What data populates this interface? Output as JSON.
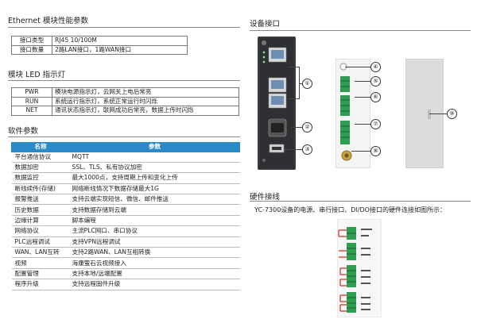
{
  "eth": {
    "title": "Ethernet 模块性能参数",
    "rows": [
      [
        "接口类型",
        "RJ45 10/100M"
      ],
      [
        "接口数量",
        "2路LAN接口，1路WAN接口"
      ]
    ]
  },
  "led": {
    "title": "模块 LED 指示灯",
    "rows": [
      [
        "PWR",
        "模块电源指示灯，云网关上电后常亮"
      ],
      [
        "RUN",
        "系统运行指示灯，系统正常运行时闪烁"
      ],
      [
        "NET",
        "通讯状态指示灯，联网成功后常亮，数据上传时闪烁"
      ]
    ]
  },
  "soft": {
    "title": "软件参数",
    "headers": [
      "名称",
      "参数"
    ],
    "rows": [
      [
        "平台通信协议",
        "MQTT"
      ],
      [
        "数据加密",
        "SSL、TLS、私有协议加密"
      ],
      [
        "数据监控",
        "最大1000点，支持周期上传和变化上传"
      ],
      [
        "断线续传(存储)",
        "网络断线情况下数据存储最大1G"
      ],
      [
        "报警推送",
        "支持云端实现短信、微信、邮件推送"
      ],
      [
        "历史数据",
        "支持数据存储到云端"
      ],
      [
        "边缘计算",
        "脚本编程"
      ],
      [
        "网络协议",
        "主流PLC网口、串口协议"
      ],
      [
        "PLC远程调试",
        "支持VPN远程调试"
      ],
      [
        "WAN、LAN互转",
        "支持2路WAN、LAN互相转换"
      ],
      [
        "视频",
        "海康萤石云视频接入"
      ],
      [
        "配置管理",
        "支持本地/远端配置"
      ],
      [
        "程序升级",
        "支持远程固件升级"
      ]
    ]
  },
  "device": {
    "title": "设备接口",
    "callouts": [
      "①",
      "②",
      "③",
      "④",
      "⑤",
      "⑥",
      "⑦",
      "⑧",
      "⑨"
    ]
  },
  "hw": {
    "title": "硬件接线",
    "caption": "YC-7300设备的电源、串行接口、DI/DO接口的硬件连接如图所示："
  }
}
